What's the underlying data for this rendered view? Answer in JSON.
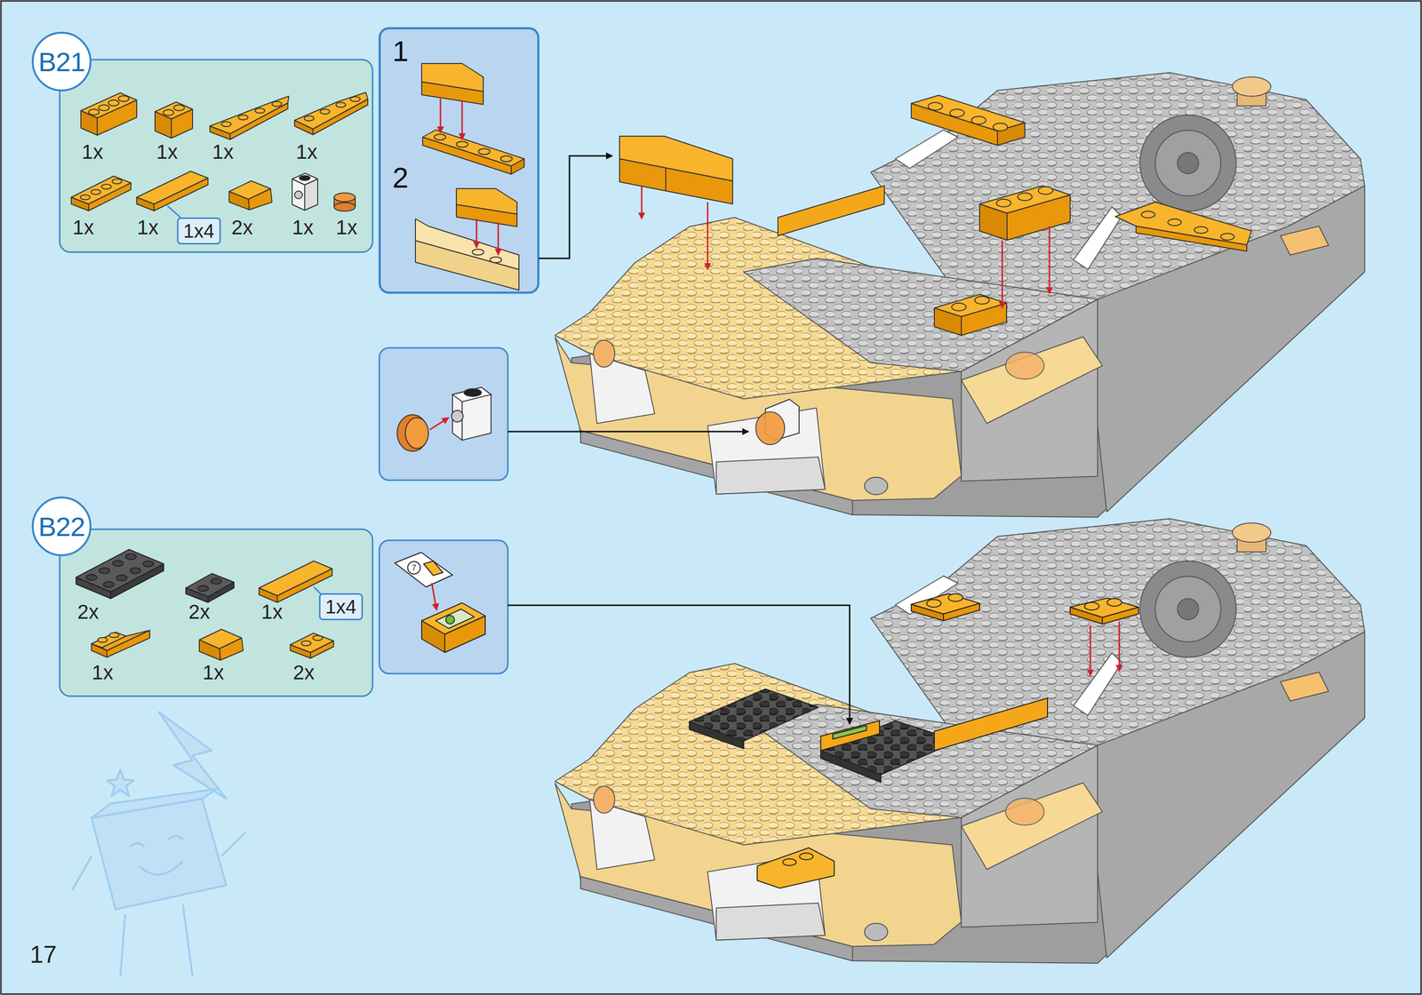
{
  "diagram": {
    "nodes": [
      {
        "text": [
          "B21"
        ]
      },
      {
        "text": [
          "1x4"
        ]
      },
      {
        "text": [
          "1",
          "2"
        ]
      },
      {
        "text": [
          "B22"
        ]
      },
      {
        "text": [
          "1x4"
        ]
      }
    ],
    "labels": [
      "1x",
      "1x",
      "1x",
      "1x",
      "1x",
      "1x",
      "2x",
      "1x",
      "1x",
      "7",
      "2x",
      "2x",
      "1x",
      "1x",
      "1x",
      "2x",
      "17"
    ]
  }
}
